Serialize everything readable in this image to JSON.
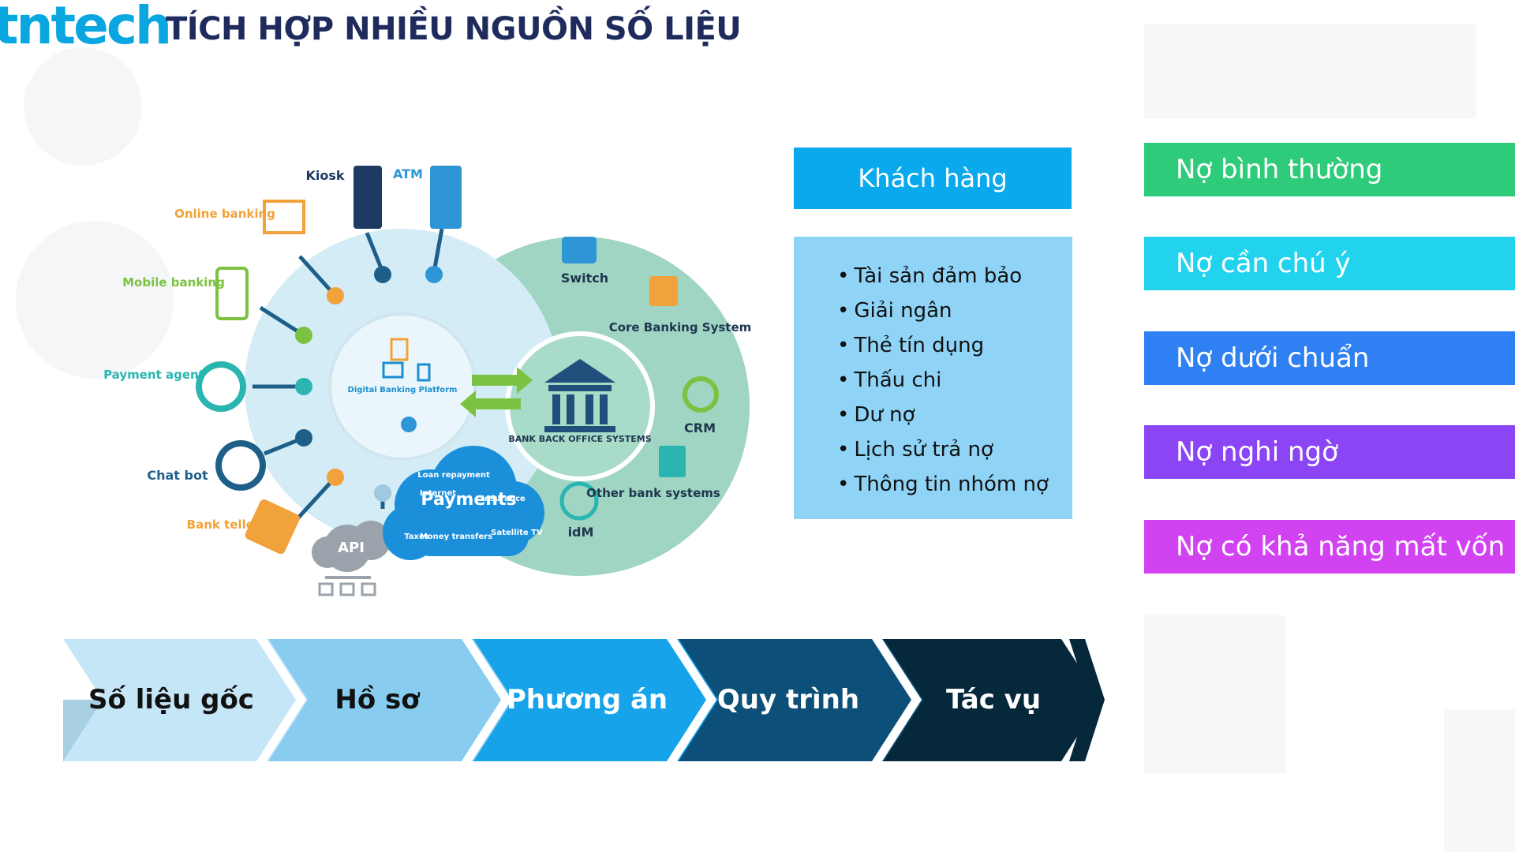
{
  "header": {
    "logo": "tntech",
    "title": "TÍCH HỢP NHIỀU NGUỒN SỐ LIỆU"
  },
  "diagram": {
    "channels": [
      "Kiosk",
      "ATM",
      "Online banking",
      "Mobile banking",
      "Payment agent",
      "Chat bot",
      "Bank teller",
      "API"
    ],
    "center": "Digital Banking Platform",
    "back_office": "BANK BACK OFFICE SYSTEMS",
    "systems": [
      "Switch",
      "Core Banking System",
      "CRM",
      "Other bank systems",
      "idM"
    ],
    "payments": {
      "title": "Payments",
      "items": [
        "Loan repayment",
        "Internet",
        "Insurance",
        "Taxes",
        "Money transfers",
        "Satellite TV"
      ]
    }
  },
  "customer": {
    "header": "Khách hàng",
    "items": [
      "Tài sản đảm bảo",
      "Giải ngân",
      "Thẻ tín dụng",
      "Thấu chi",
      "Dư nợ",
      "Lịch sử trả nợ",
      "Thông tin nhóm nợ"
    ]
  },
  "debt_groups": [
    {
      "label": "Nợ bình thường",
      "color": "#2ecc7a"
    },
    {
      "label": "Nợ cần chú ý",
      "color": "#22d3ee"
    },
    {
      "label": "Nợ dưới chuẩn",
      "color": "#2f80f2"
    },
    {
      "label": "Nợ nghi ngờ",
      "color": "#8b45f5"
    },
    {
      "label": "Nợ có khả năng mất vốn",
      "color": "#d142f0"
    }
  ],
  "process": [
    "Số liệu gốc",
    "Hồ sơ",
    "Phương án",
    "Quy trình",
    "Tác vụ"
  ]
}
